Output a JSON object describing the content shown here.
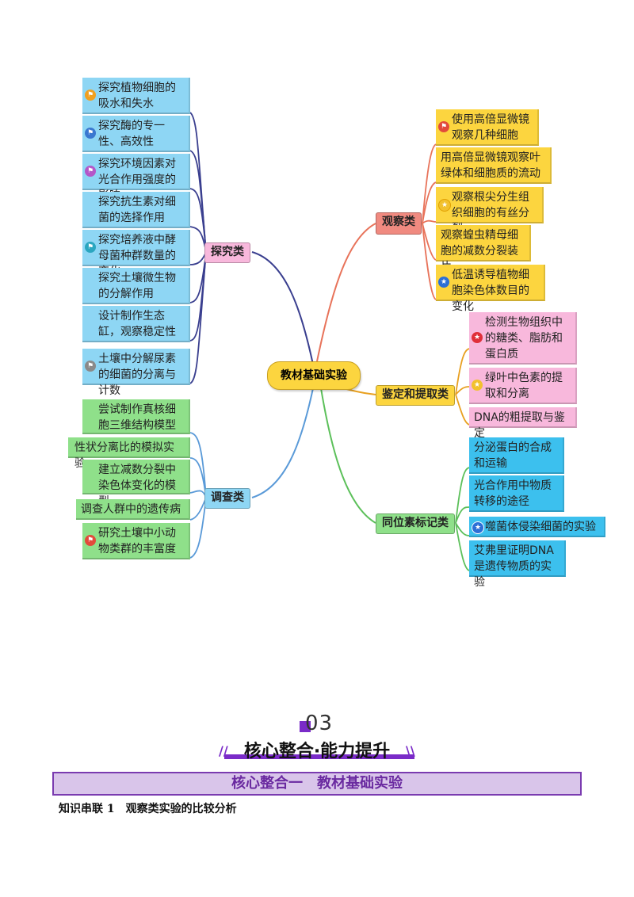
{
  "center": "教材基础实验",
  "branches": {
    "tanjiu": {
      "label": "探究类",
      "items": [
        {
          "text": "探究植物细胞的吸水和失水",
          "icon": "flag-orange"
        },
        {
          "text": "探究酶的专一性、高效性",
          "icon": "flag-blue"
        },
        {
          "text": "探究环境因素对光合作用强度的影响",
          "icon": "flag-purple"
        },
        {
          "text": "探究抗生素对细菌的选择作用",
          "icon": ""
        },
        {
          "text": "探究培养液中酵母菌种群数量的变化",
          "icon": "flag-teal"
        },
        {
          "text": "探究土壤微生物的分解作用",
          "icon": ""
        },
        {
          "text": "设计制作生态缸，观察稳定性",
          "icon": ""
        },
        {
          "text": "土壤中分解尿素的细菌的分离与计数",
          "icon": "flag-gray"
        }
      ]
    },
    "diaocha": {
      "label": "调查类",
      "items": [
        {
          "text": "尝试制作真核细胞三维结构模型",
          "icon": ""
        },
        {
          "text": "性状分离比的模拟实验",
          "icon": ""
        },
        {
          "text": "建立减数分裂中染色体变化的模型",
          "icon": ""
        },
        {
          "text": "调查人群中的遗传病",
          "icon": ""
        },
        {
          "text": "研究土壤中小动物类群的丰富度",
          "icon": "flag-red"
        }
      ]
    },
    "guancha": {
      "label": "观察类",
      "items": [
        {
          "text": "使用高倍显微镜观察几种细胞",
          "icon": "flag-red"
        },
        {
          "text": "用高倍显微镜观察叶绿体和细胞质的流动",
          "icon": ""
        },
        {
          "text": "观察根尖分生组织细胞的有丝分裂",
          "icon": "star-yellow"
        },
        {
          "text": "观察蝗虫精母细胞的减数分裂装片",
          "icon": ""
        },
        {
          "text": "低温诱导植物细胞染色体数目的变化",
          "icon": "star-blue"
        }
      ]
    },
    "jianding": {
      "label": "鉴定和提取类",
      "items": [
        {
          "text": "检测生物组织中的糖类、脂肪和蛋白质",
          "icon": "star-red"
        },
        {
          "text": "绿叶中色素的提取和分离",
          "icon": "star-yellow"
        },
        {
          "text": "DNA的粗提取与鉴定",
          "icon": ""
        }
      ]
    },
    "tongweisu": {
      "label": "同位素标记类",
      "items": [
        {
          "text": "分泌蛋白的合成和运输",
          "icon": ""
        },
        {
          "text": "光合作用中物质转移的途径",
          "icon": ""
        },
        {
          "text": "噬菌体侵染细菌的实验",
          "icon": "star-blue"
        },
        {
          "text": "艾弗里证明DNA是遗传物质的实验",
          "icon": ""
        }
      ]
    }
  },
  "section": {
    "number": "03",
    "title": "核心整合·能力提升",
    "banner": "核心整合一　教材基础实验",
    "knowledge": "知识串联 1　观察类实验的比较分析"
  },
  "colors": {
    "accent_purple": "#7a2bc8",
    "tanjiu_line": "#3a3f8f",
    "guancha_line": "#e8735a",
    "jianding_line": "#e8a020",
    "tongweisu_line": "#5cc05a",
    "diaocha_line": "#5a9ad8"
  }
}
